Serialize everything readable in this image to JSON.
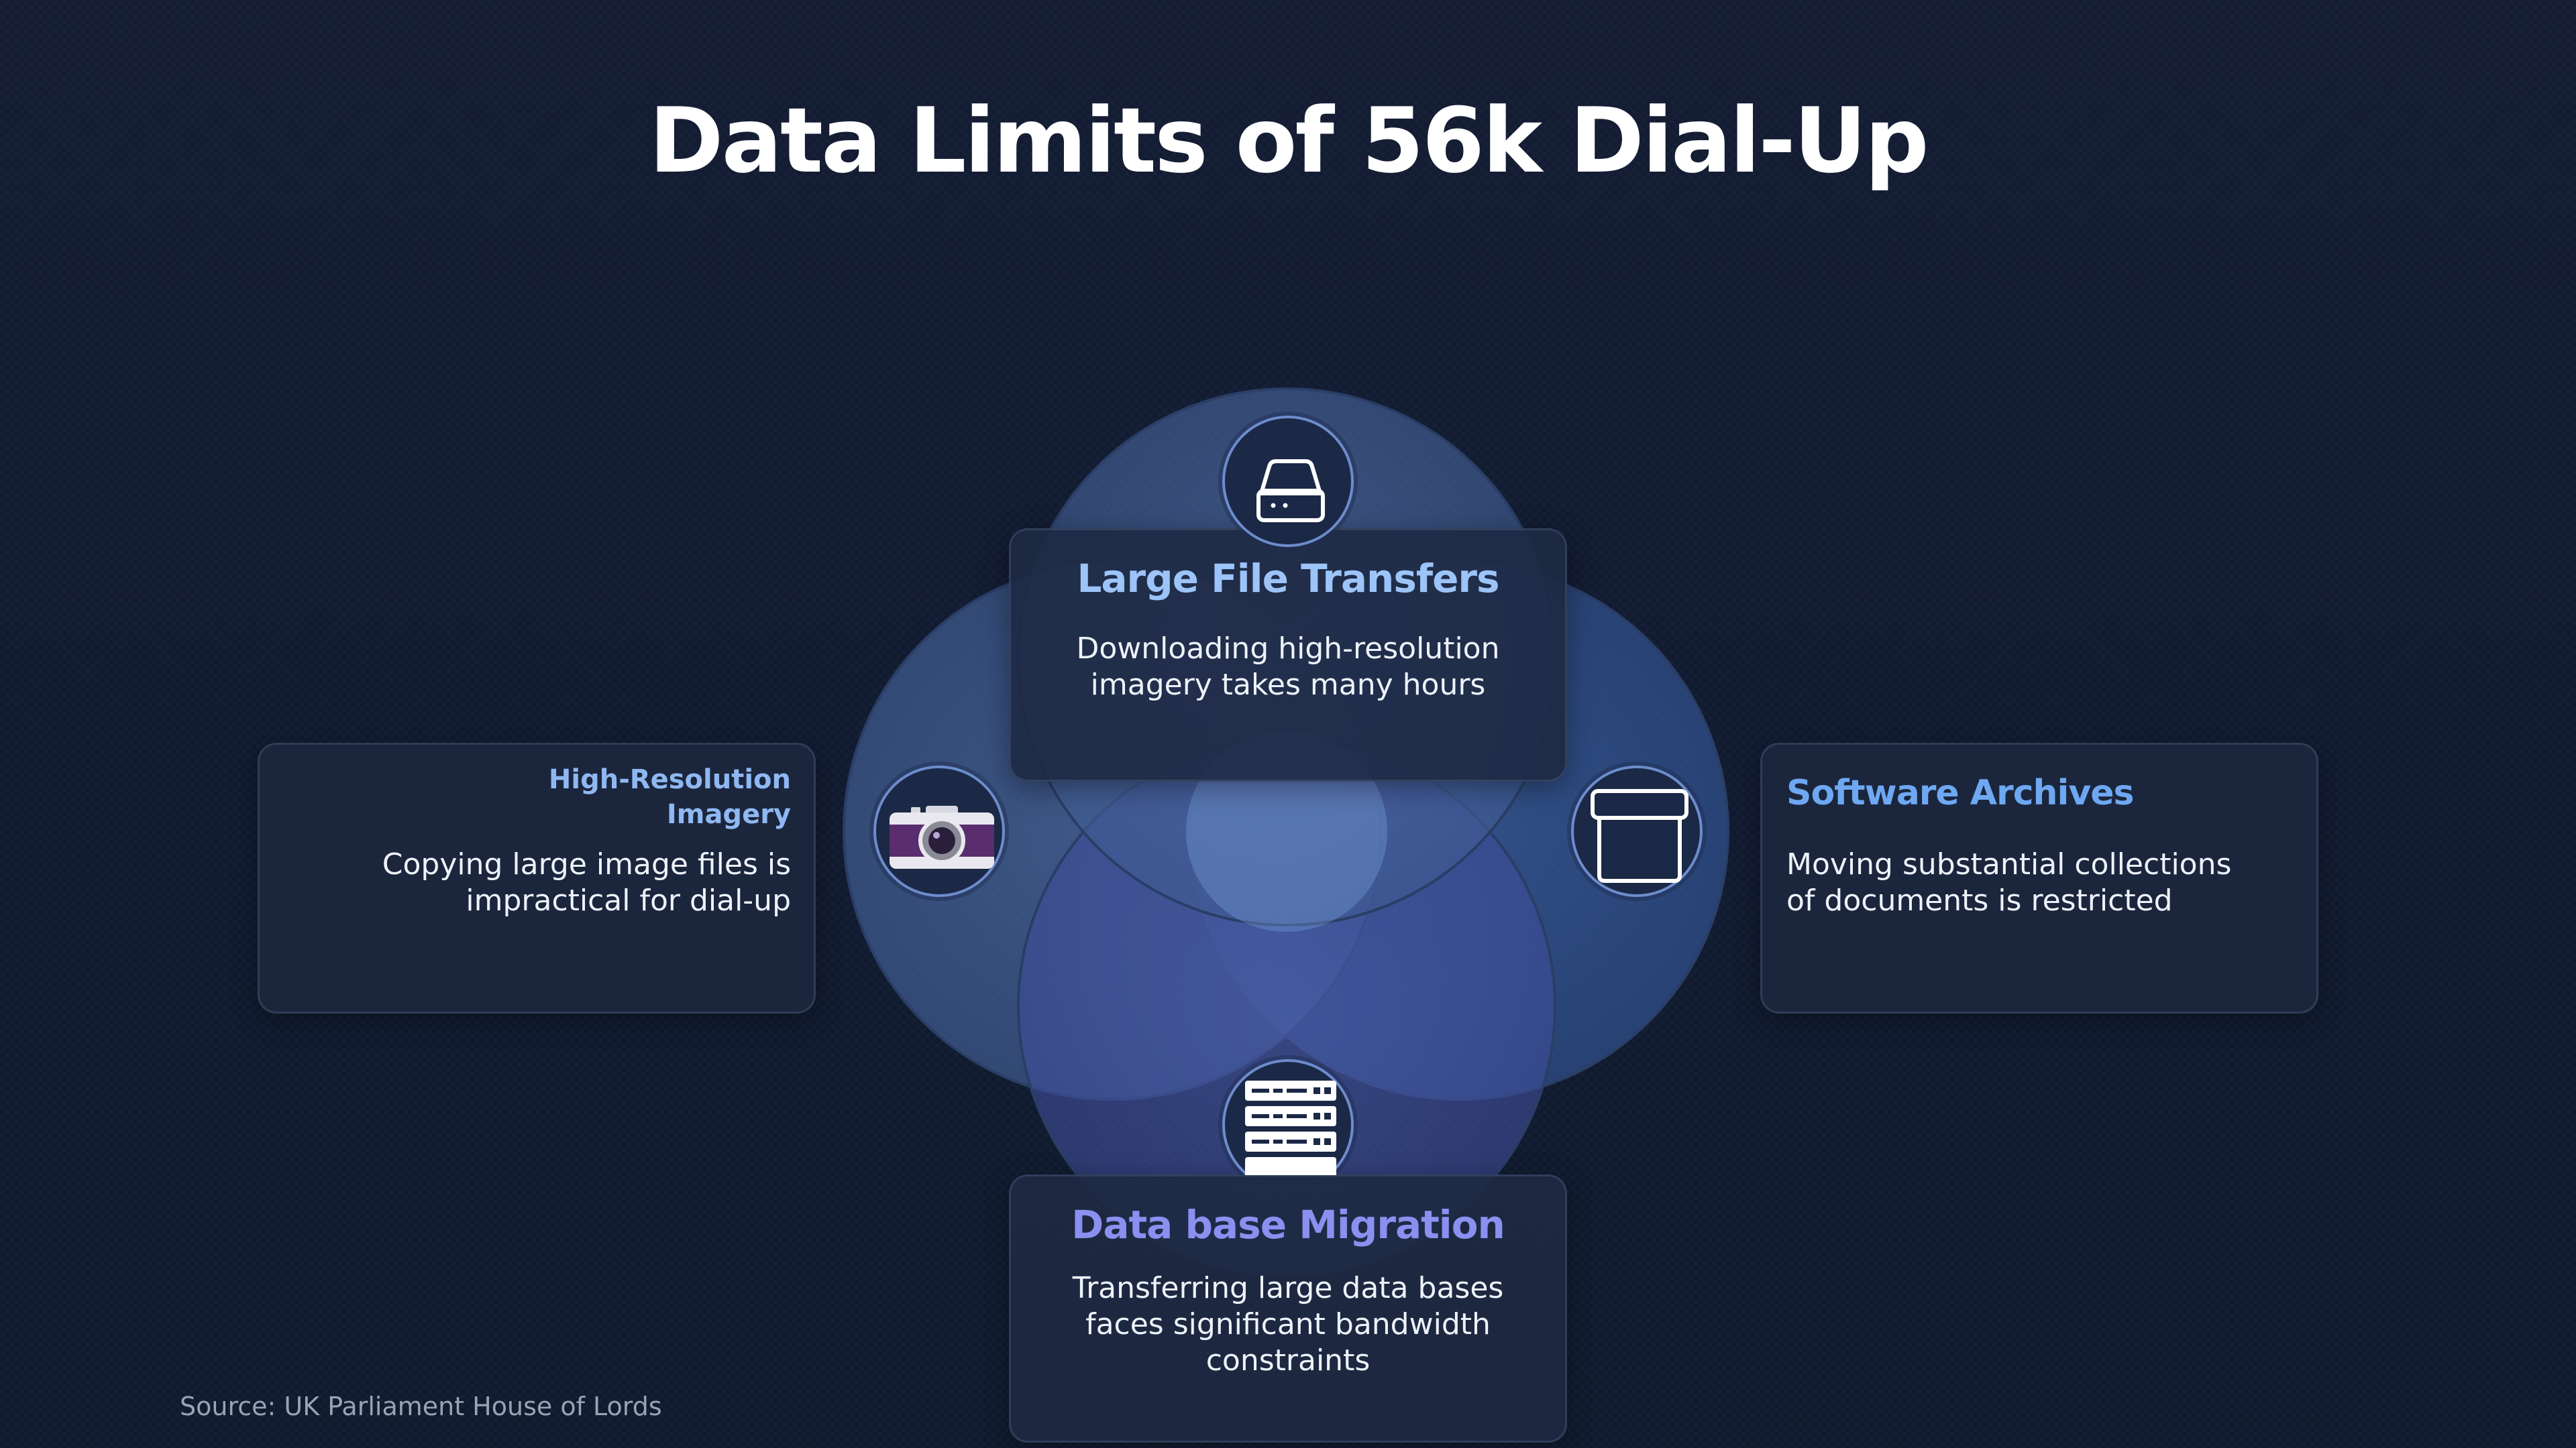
{
  "title": "Data Limits of 56k Dial-Up",
  "sections": {
    "top": {
      "title": "Large File Transfers",
      "description": "Downloading high-resolution\nimagery takes many hours",
      "icon": "hard-drive-icon"
    },
    "left": {
      "title": "High-Resolution\nImagery",
      "description": "Copying large image files is\nimpractical for dial-up",
      "icon": "camera-icon"
    },
    "right": {
      "title": "Software Archives",
      "description": "Moving substantial collections\nof documents is restricted",
      "icon": "archive-box-icon"
    },
    "bottom": {
      "title": "Data base Migration",
      "description": "Transferring large data bases\nfaces significant bandwidth\nconstraints",
      "icon": "server-rack-icon"
    }
  },
  "colors": {
    "background": "#111a2e",
    "top_title": "#9cc4f8",
    "left_title": "#8fb8f2",
    "right_title": "#6ea8f2",
    "bottom_title": "#8a90f0"
  },
  "source": "Source: UK Parliament House of Lords"
}
